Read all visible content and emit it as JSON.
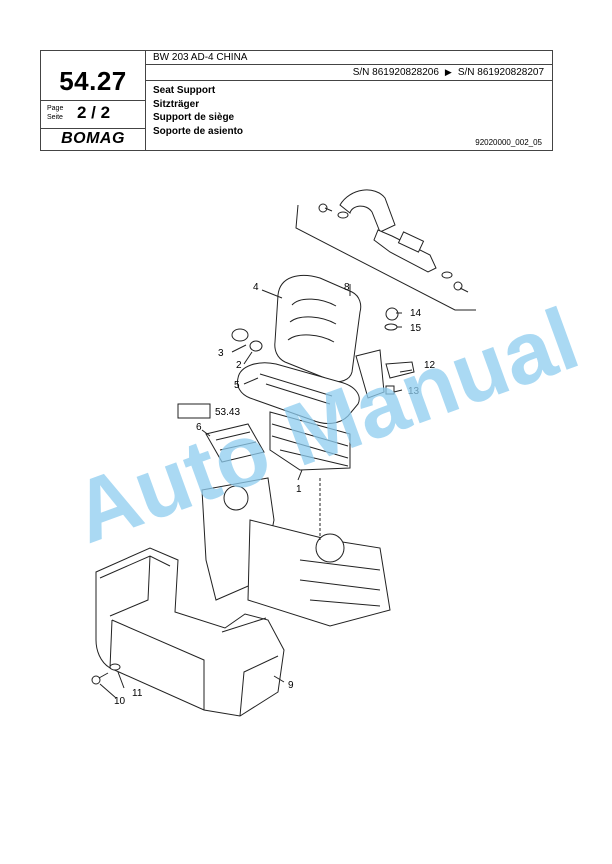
{
  "header": {
    "model": "BW 203 AD-4 CHINA",
    "sn_from": "S/N 861920828206",
    "sn_to": "S/N 861920828207",
    "group_number": "54.27",
    "page_label_1": "Page",
    "page_label_2": "Seite",
    "page_value": "2 / 2",
    "brand": "BOMAG",
    "titles": [
      "Seat Support",
      "Sitzträger",
      "Support de siège",
      "Soporte de asiento"
    ],
    "doc_number": "92020000_002_05"
  },
  "diagram": {
    "reference_box": "53.43",
    "callouts": [
      "1",
      "2",
      "3",
      "4",
      "5",
      "6",
      "8",
      "9",
      "10",
      "11",
      "12",
      "13",
      "14",
      "15"
    ]
  },
  "watermark": "Auto Manual"
}
